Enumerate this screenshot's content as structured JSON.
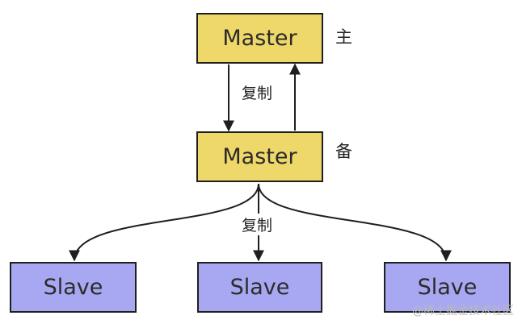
{
  "nodes": {
    "primary": {
      "text": "Master",
      "tag": "主"
    },
    "standby": {
      "text": "Master",
      "tag": "备"
    },
    "slaves": [
      {
        "text": "Slave"
      },
      {
        "text": "Slave"
      },
      {
        "text": "Slave"
      }
    ]
  },
  "edges": {
    "replication_label_top": "复制",
    "replication_label_bottom": "复制"
  },
  "watermark": "@稀土掘金技术社区",
  "colors": {
    "master_fill": "#efd86a",
    "slave_fill": "#a8a8f2",
    "stroke": "#1f1f1f"
  }
}
